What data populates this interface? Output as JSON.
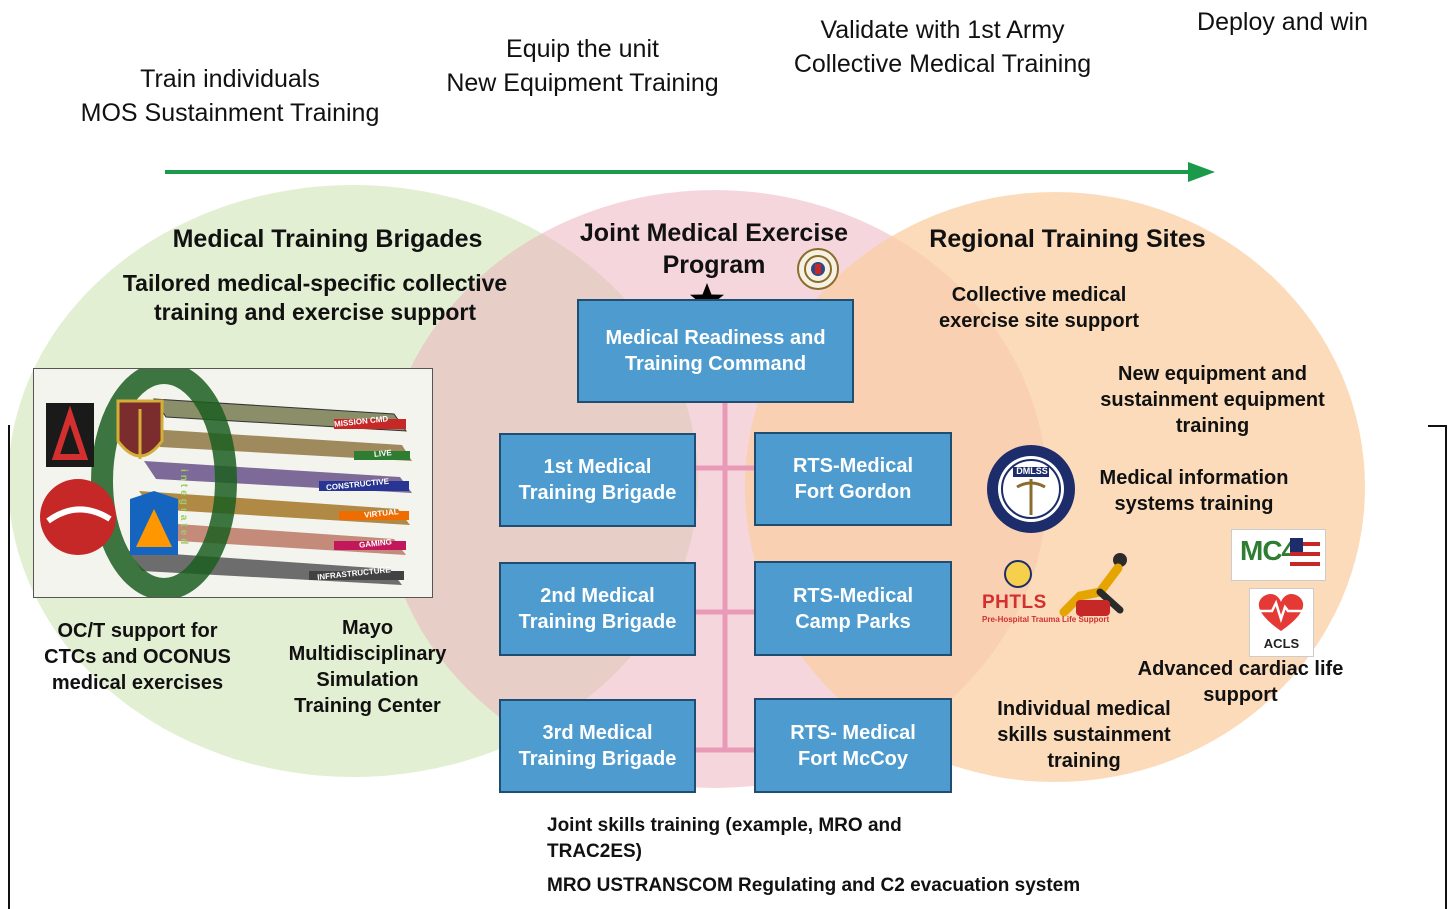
{
  "phases": [
    {
      "line1": "Train individuals",
      "line2": "MOS Sustainment Training"
    },
    {
      "line1": "Equip the unit",
      "line2": "New Equipment Training"
    },
    {
      "line1": "Validate with 1st Army",
      "line2": "Collective Medical Training"
    },
    {
      "line1": "Deploy and win",
      "line2": ""
    }
  ],
  "colors": {
    "arrow": "#1a9a4a",
    "left_circle": "#e3efd3",
    "middle_circle": "#f3d6dc",
    "right_circle": "#fbdcbc",
    "box_fill": "#4d9bcf",
    "box_border": "#1f4e72",
    "connector": "#e99ab7"
  },
  "left": {
    "title": "Medical Training Brigades",
    "subtitle_line1": "Tailored medical-specific collective",
    "subtitle_line2": "training and exercise support",
    "ideas_labels": [
      "MISSION CMD",
      "LIVE",
      "CONSTRUCTIVE",
      "VIRTUAL",
      "GAMING",
      "INFRASTRUCTURE"
    ],
    "vertical_text": "integrated",
    "octs": [
      "OC/T support for",
      "CTCs and OCONUS",
      "medical exercises"
    ],
    "mayo": [
      "Mayo",
      "Multidisciplinary",
      "Simulation",
      "Training Center"
    ]
  },
  "middle": {
    "title_line1": "Joint Medical Exercise",
    "title_line2": "Program",
    "top_box": {
      "line1": "Medical Readiness and",
      "line2": "Training Command"
    },
    "left_boxes": [
      {
        "line1": "1st Medical",
        "line2": "Training Brigade"
      },
      {
        "line1": "2nd Medical",
        "line2": "Training Brigade"
      },
      {
        "line1": "3rd Medical",
        "line2": "Training Brigade"
      }
    ],
    "right_boxes": [
      {
        "line1": "RTS-Medical",
        "line2": "Fort Gordon"
      },
      {
        "line1": "RTS-Medical",
        "line2": "Camp Parks"
      },
      {
        "line1": "RTS- Medical",
        "line2": "Fort McCoy"
      }
    ]
  },
  "right": {
    "title": "Regional Training Sites",
    "collective": [
      "Collective medical",
      "exercise site support"
    ],
    "newequip": [
      "New equipment and",
      "sustainment equipment",
      "training"
    ],
    "medinfo": [
      "Medical information",
      "systems training"
    ],
    "dmlss_text": "DMLSS",
    "phtls_title": "PHTLS",
    "phtls_sub": "Pre-Hospital Trauma Life Support",
    "acls_label": "ACLS",
    "mc4_label": "MC4",
    "acls_caption": [
      "Advanced cardiac life",
      "support"
    ],
    "individual": [
      "Individual medical",
      "skills sustainment",
      "training"
    ]
  },
  "bottom": {
    "line1": "Joint skills training (example, MRO and",
    "line2": "TRAC2ES)",
    "line3": "MRO USTRANSCOM Regulating and C2 evacuation system"
  }
}
